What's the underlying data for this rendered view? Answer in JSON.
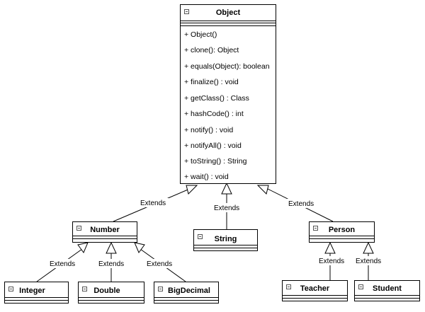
{
  "classes": {
    "object": {
      "name": "Object",
      "methods": [
        "+ Object()",
        "+ clone(): Object",
        "+ equals(Object): boolean",
        "+ finalize() : void",
        "+ getClass() : Class",
        "+ hashCode() : int",
        "+ notify() : void",
        "+ notifyAll() : void",
        "+ toString() : String",
        "+ wait() : void"
      ]
    },
    "number": {
      "name": "Number"
    },
    "string": {
      "name": "String"
    },
    "person": {
      "name": "Person"
    },
    "integer": {
      "name": "Integer"
    },
    "double": {
      "name": "Double"
    },
    "bigdecimal": {
      "name": "BigDecimal"
    },
    "teacher": {
      "name": "Teacher"
    },
    "student": {
      "name": "Student"
    }
  },
  "relations": {
    "number_object": "Extends",
    "string_object": "Extends",
    "person_object": "Extends",
    "integer_number": "Extends",
    "double_number": "Extends",
    "bigdecimal_number": "Extends",
    "teacher_person": "Extends",
    "student_person": "Extends"
  },
  "colors": {
    "line": "#000000",
    "background": "#ffffff",
    "icon": "#555555"
  }
}
